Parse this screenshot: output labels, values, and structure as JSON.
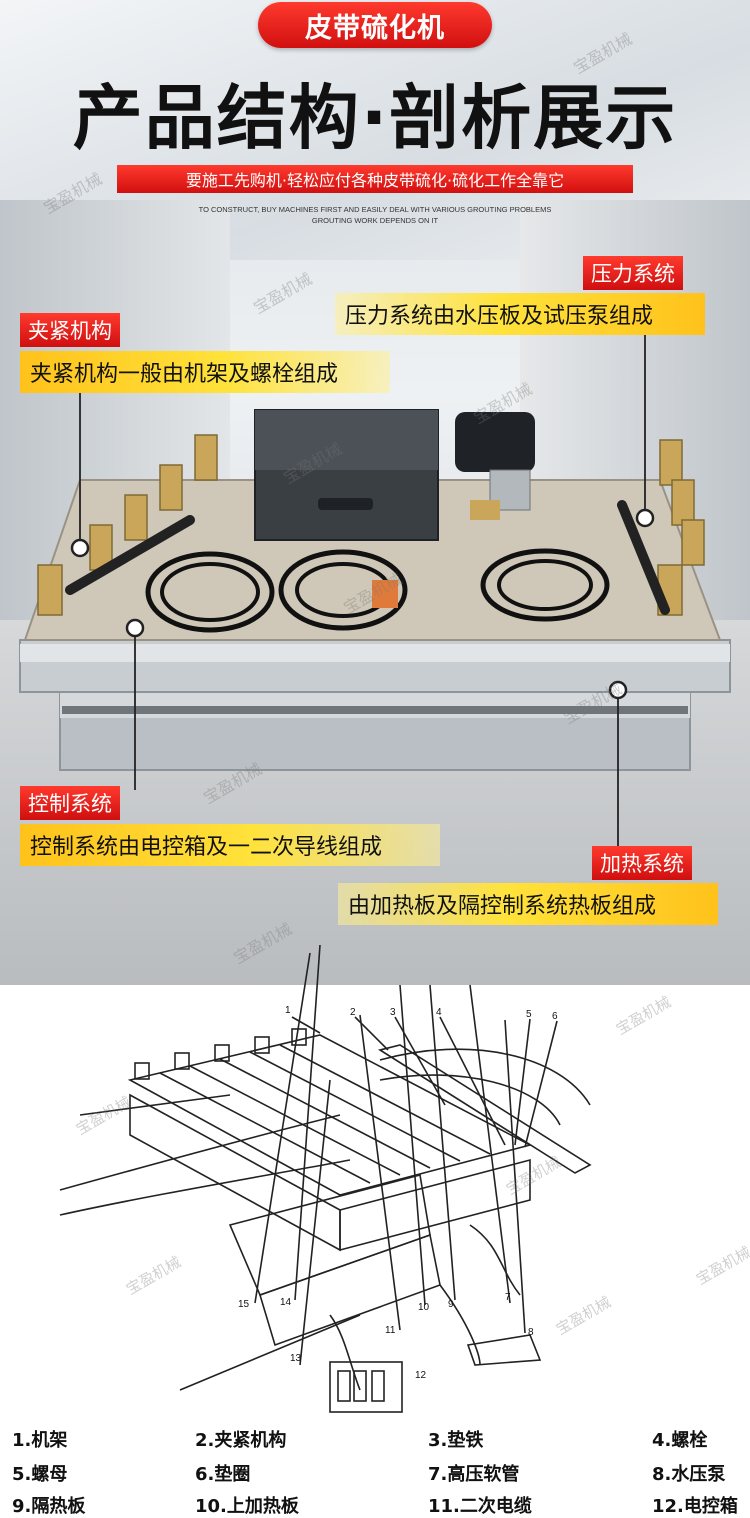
{
  "header": {
    "product_name": "皮带硫化机",
    "main_title": "产品结构·剖析展示",
    "sub_banner": "要施工先购机·轻松应付各种皮带硫化·硫化工作全靠它",
    "english_line_1": "TO CONSTRUCT, BUY MACHINES FIRST AND EASILY DEAL WITH VARIOUS GROUTING PROBLEMS",
    "english_line_2": "GROUTING WORK DEPENDS ON IT"
  },
  "callouts": {
    "clamp": {
      "title": "夹紧机构",
      "desc": "夹紧机构一般由机架及螺栓组成"
    },
    "pressure": {
      "title": "压力系统",
      "desc": "压力系统由水压板及试压泵组成"
    },
    "control": {
      "title": "控制系统",
      "desc": "控制系统由电控箱及一二次导线组成"
    },
    "heating": {
      "title": "加热系统",
      "desc": "由加热板及隔控制系统热板组成"
    }
  },
  "watermark_text": "宝盈机械",
  "diagram_numbers": [
    "1",
    "2",
    "3",
    "4",
    "5",
    "6",
    "7",
    "8",
    "9",
    "10",
    "11",
    "12",
    "13",
    "14",
    "15"
  ],
  "legend": [
    [
      "1.机架",
      "2.夹紧机构",
      "3.垫铁",
      "4.螺栓"
    ],
    [
      "5.螺母",
      "6.垫圈",
      "7.高压软管",
      "8.水压泵"
    ],
    [
      "9.隔热板",
      "10.上加热板",
      "11.二次电缆",
      "12.电控箱"
    ]
  ],
  "colors": {
    "brand_red": "#d10f0f",
    "callout_yellow": "#ffd21f"
  }
}
